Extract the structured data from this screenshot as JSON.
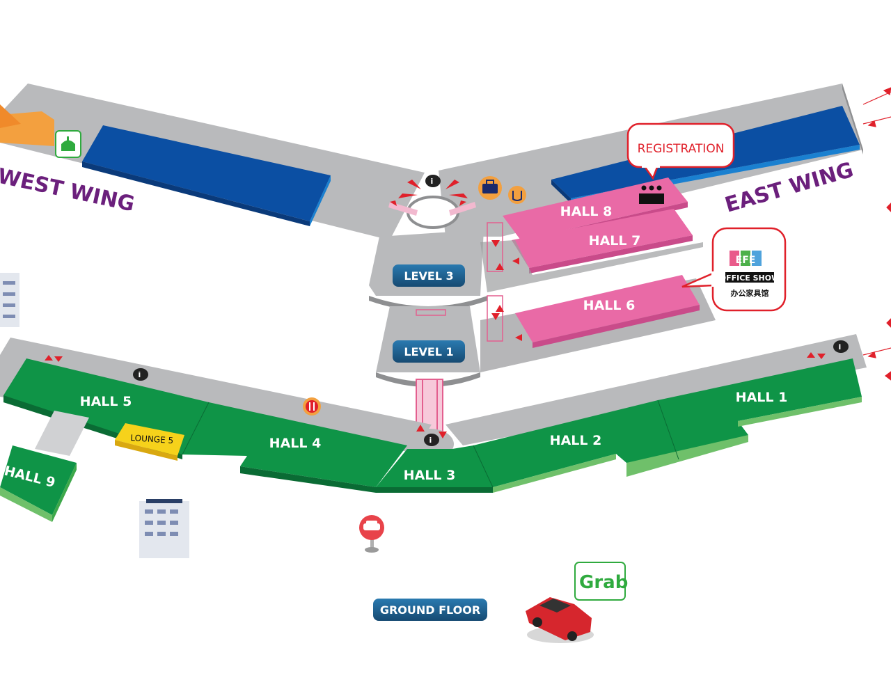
{
  "wings": {
    "west": "WEST WING",
    "east": "EAST WING"
  },
  "levels": {
    "level3": "LEVEL 3",
    "level1": "LEVEL 1",
    "ground": "GROUND FLOOR"
  },
  "halls": {
    "hall1": "HALL 1",
    "hall2": "HALL 2",
    "hall3": "HALL 3",
    "hall4": "HALL 4",
    "hall5": "HALL 5",
    "hall6": "HALL 6",
    "hall7": "HALL 7",
    "hall8": "HALL 8",
    "hall9": "HALL 9"
  },
  "lounge": "LOUNGE 5",
  "registration": "REGISTRATION",
  "efe": {
    "logo_text": "EFE",
    "subtitle": "OFFICE SHOW",
    "chinese": "办公家具馆"
  },
  "grab": "Grab",
  "icons": [
    "info-icon",
    "restaurant-icon",
    "luggage-icon",
    "power-charging-icon",
    "taxi-stand-icon",
    "prayer-room-icon",
    "registration-counter-icon",
    "escalator-arrows-icon",
    "building-icon",
    "car-icon"
  ],
  "colors": {
    "corridor": "#b9babc",
    "hall_pink": "#e96aa6",
    "hall_green": "#0f9447",
    "hall_blue": "#0b4fa3",
    "lounge_yellow": "#f6d21b",
    "wing_purple": "#6b1f7c",
    "pill_blue": "#1e5e8d",
    "alert_red": "#e0202a",
    "orange": "#f3a03f"
  }
}
